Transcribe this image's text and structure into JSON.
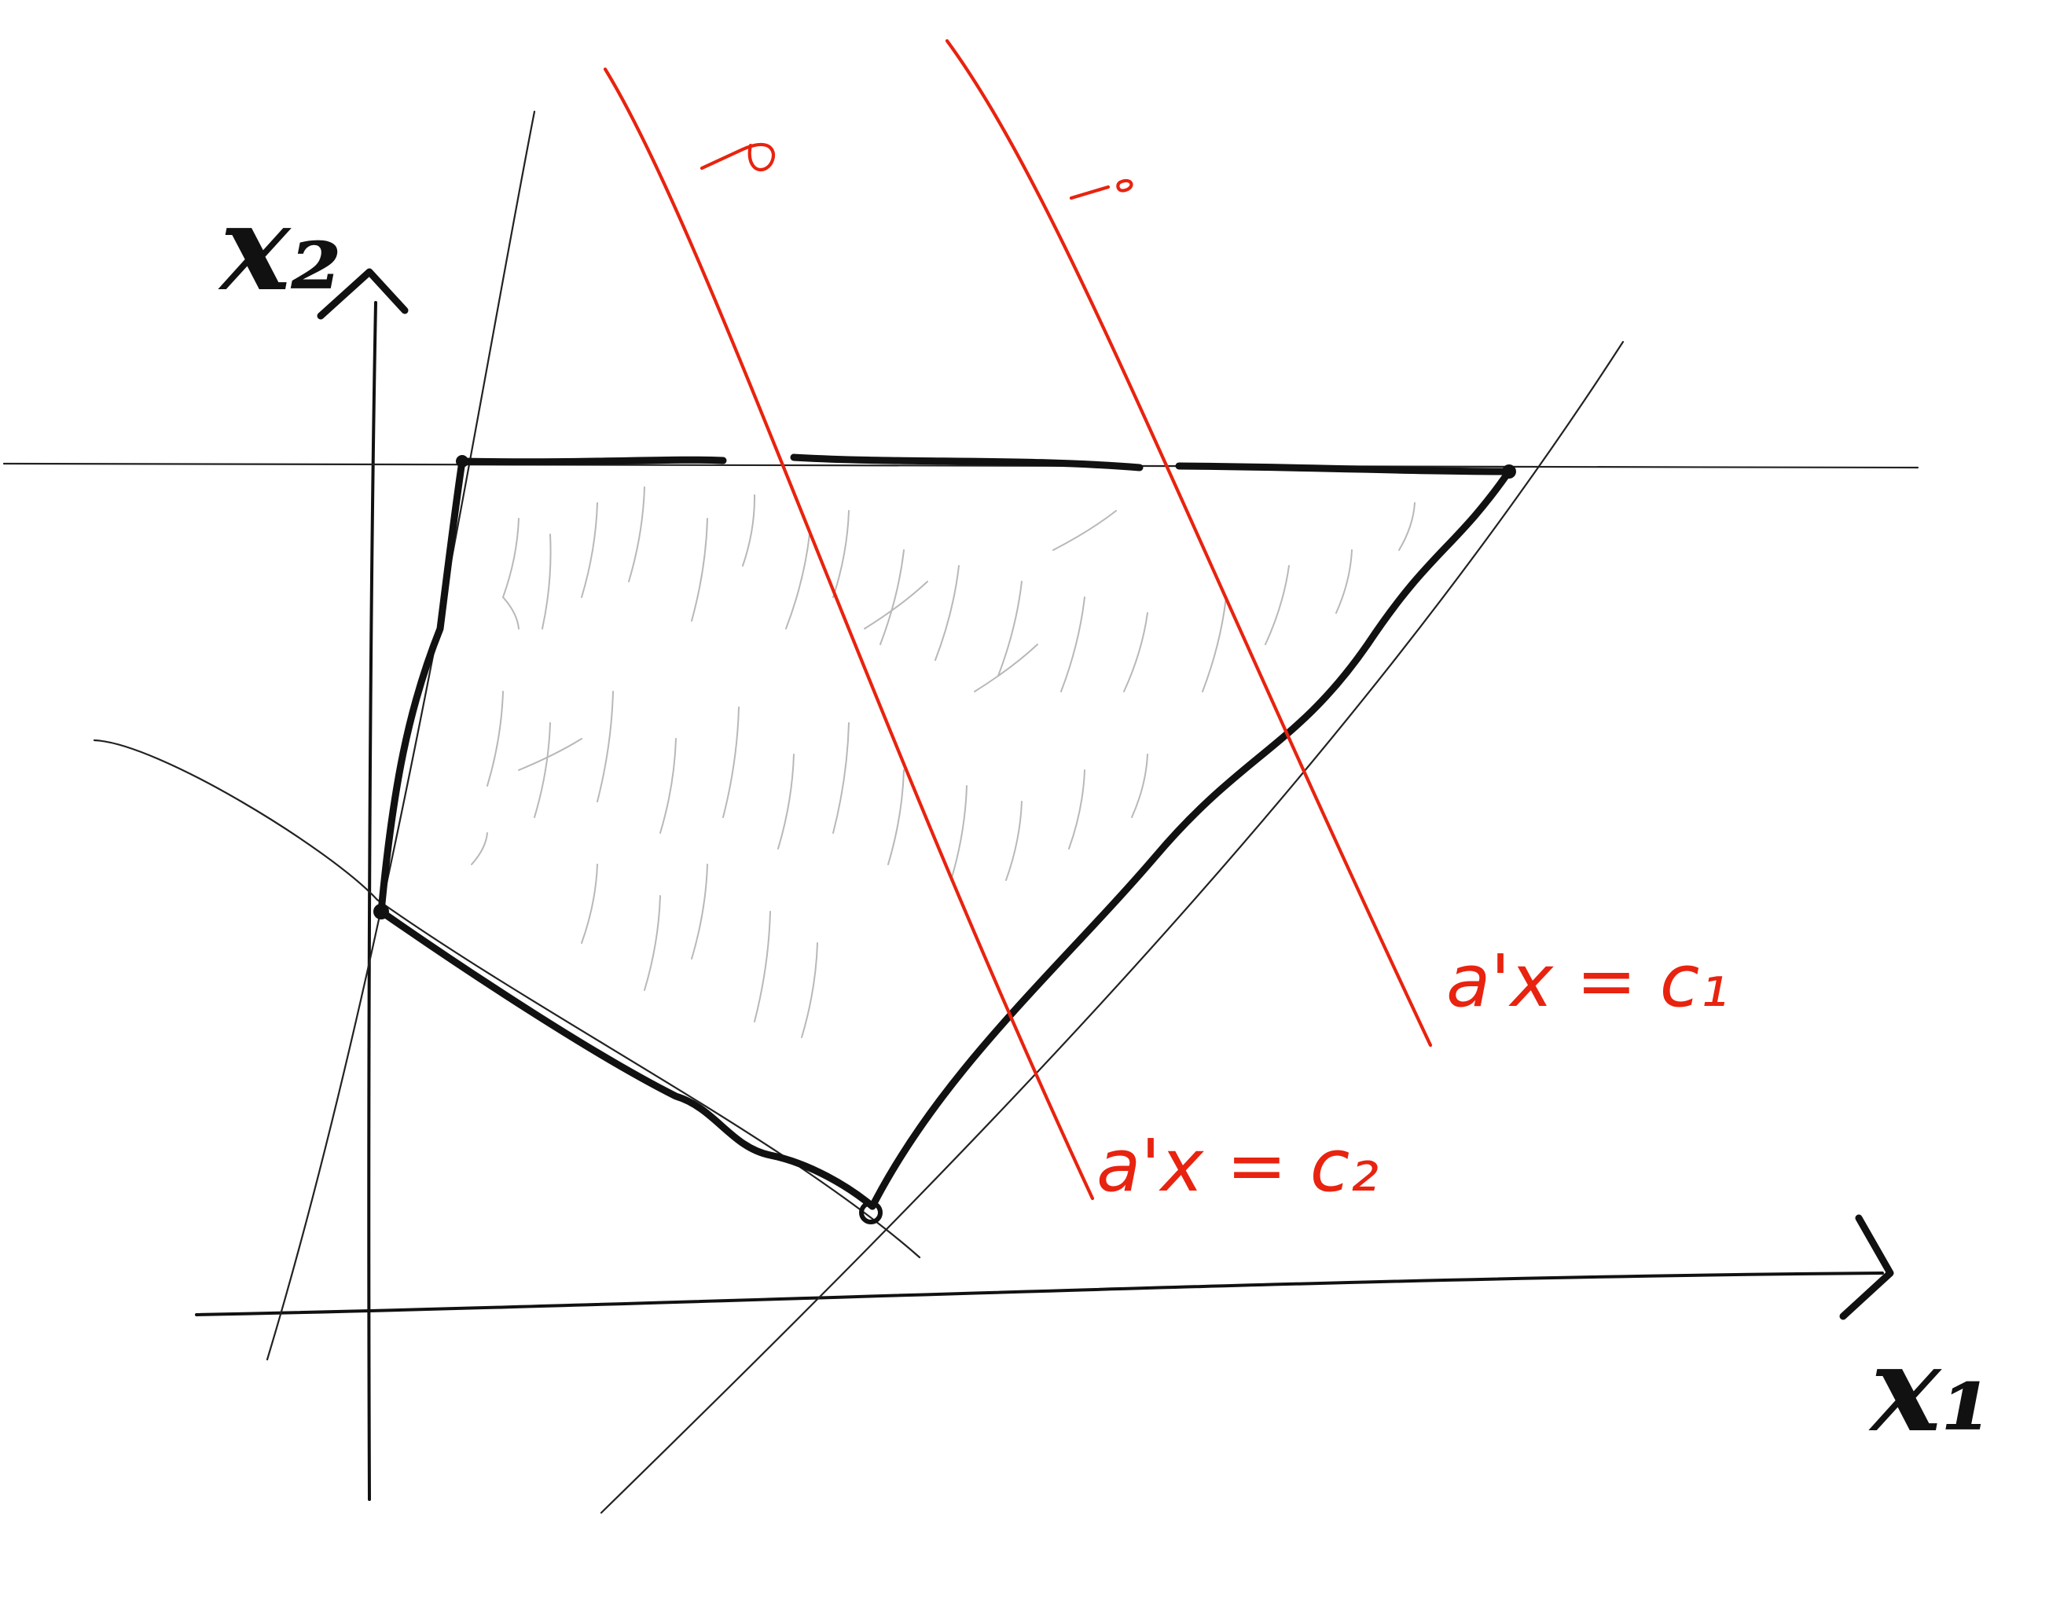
{
  "labels": {
    "x_axis": "x₁",
    "y_axis": "x₂",
    "line_c1": "a'x = c₁",
    "line_c2": "a'x = c₂"
  },
  "colors": {
    "ink": "#111111",
    "objective_lines": "#e8230f",
    "hatching": "#b8b8b8"
  }
}
